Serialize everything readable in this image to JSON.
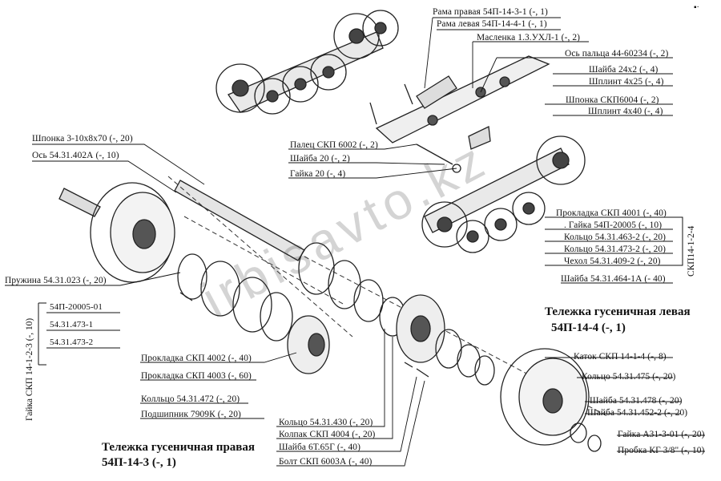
{
  "parts": {
    "rama_pravaya": "Рама правая 54П-14-3-1 (-, 1)",
    "rama_levaya": "Рама левая 54П-14-4-1 (-, 1)",
    "maslenka": "Масленка 1.3.УХЛ-1 (-, 2)",
    "os_paltsa": "Ось пальца 44-60234 (-, 2)",
    "shaiba_24x2": "Шайба 24х2 (-, 4)",
    "shplint_4x25": "Шплинт 4х25 (-, 4)",
    "shponka_skp6004": "Шпонка СКП6004 (-, 2)",
    "shplint_4x40": "Шплинт 4х40 (-, 4)",
    "shponka_3": "Шпонка 3-10х8х70 (-, 20)",
    "os_54": "Ось 54.31.402А (-, 10)",
    "palets": "Палец СКП 6002 (-, 2)",
    "shaiba_20": "Шайба 20 (-, 2)",
    "gaika_20": "Гайка 20 (-, 4)",
    "prokladka_4001": "Прокладка СКП 4001 (-, 40)",
    "gaika_20005": ". Гайка 54П-20005 (-, 10)",
    "koltso_463": "Кольцо 54.31.463-2 (-, 20)",
    "koltso_473": "Кольцо 54.31.473-2 (-, 20)",
    "chehol": "Чехол 54.31.409-2 (-, 20)",
    "shaiba_464": "Шайба 54.31.464-1А (- 40)",
    "pruzhina": "Пружина 54.31.023 (-, 20)",
    "katok": "Каток СКП 14-1-4 (-, 8)",
    "koltso_475": "Кольцо 54.31.475 (-, 20)",
    "shaiba_478": "Шайба 54.31.478 (-, 20)",
    "shaiba_452": "Шайба 54.31.452-2 (-, 20)",
    "gaika_a31": "Гайка А31-3-01 (-, 20)",
    "probka": "Пробка КГ 3/8\" (-, 10)",
    "prokladka_4002": "Прокладка СКП 4002 (-, 40)",
    "prokladka_4003": "Прокладка СКП 4003 (-, 60)",
    "kolltso_472": "Колльцо 54.31.472 (-, 20)",
    "podshipnik": "Подшипник 7909К (-, 20)",
    "koltso_430": "Кольцо 54.31.430 (-, 20)",
    "kolpak": "Колпак СКП 4004 (-, 20)",
    "shaiba_6t": "Шайба 6Т.65Г (-, 40)",
    "bolt": "Болт СКП 6003А (-, 40)"
  },
  "gaika_box": {
    "side_label": "Гайка СКП 14-1-2-3 (-, 10)",
    "items": [
      "54П-20005-01",
      "54.31.473-1",
      "54.31.473-2"
    ]
  },
  "skp_side_label": "СКП14-1-2-4",
  "titles": {
    "left_line1": "Тележка гусеничная левая",
    "left_line2": "54П-14-4 (-, 1)",
    "right_line1": "Тележка гусеничная правая",
    "right_line2": "54П-14-3 (-, 1)"
  },
  "watermark": "irbisavto.kz",
  "corner_mark": "▪·"
}
